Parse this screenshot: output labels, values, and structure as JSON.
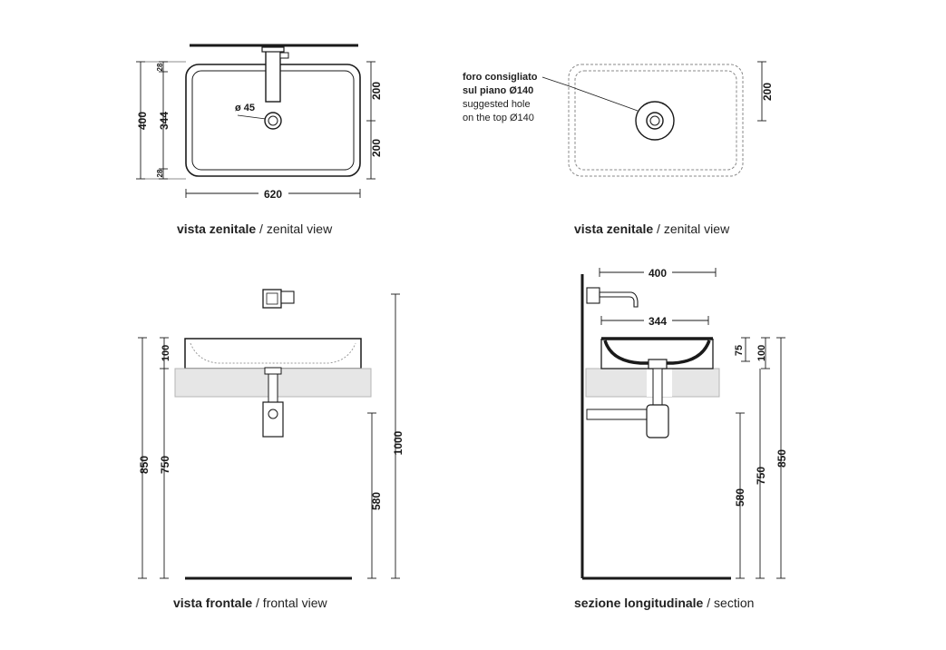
{
  "captions": {
    "top_left": {
      "bold": "vista zenitale",
      "rest": " / zenital view"
    },
    "top_right": {
      "bold": "vista zenitale",
      "rest": " / zenital view"
    },
    "bottom_left": {
      "bold": "vista frontale",
      "rest": " / frontal view"
    },
    "bottom_right": {
      "bold": "sezione longitudinale",
      "rest": " / section"
    }
  },
  "hole_note": {
    "it_line1": "foro consigliato",
    "it_line2": "sul piano Ø140",
    "en_line1": "suggested hole",
    "en_line2": "on the top Ø140"
  },
  "dims": {
    "top_left": {
      "overall_h": "400",
      "inner_h": "344",
      "rim_top": "28",
      "rim_bottom": "28",
      "half_upper": "200",
      "half_lower": "200",
      "width": "620",
      "drain": "ø 45"
    },
    "top_right": {
      "half": "200"
    },
    "frontal": {
      "bowl_h": "100",
      "rim_to_floor": "850",
      "top_to_floor": "750",
      "tap_to_floor": "1000",
      "trap_to_floor": "580"
    },
    "section": {
      "tap_reach": "400",
      "inner_depth": "344",
      "inner_h": "75",
      "bowl_h": "100",
      "trap_to_floor": "580",
      "top_to_floor": "750",
      "rim_to_floor": "850"
    }
  },
  "colors": {
    "line": "#1a1a1a",
    "counter_fill": "#e6e6e6",
    "counter_stroke": "#b5b5b5",
    "dash": "#888888"
  }
}
